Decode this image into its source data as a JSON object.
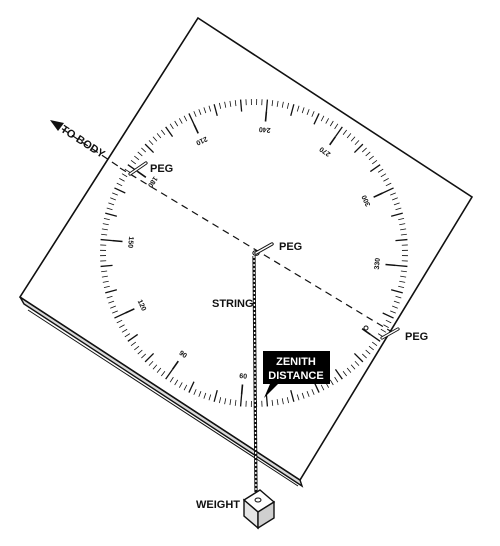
{
  "labels": {
    "to_body": "TO BODY",
    "peg_top": "PEG",
    "peg_center": "PEG",
    "peg_right": "PEG",
    "string": "STRING",
    "zenith_line1": "ZENITH",
    "zenith_line2": "DISTANCE",
    "weight": "WEIGHT"
  },
  "dial": {
    "angle_labels": [
      "60",
      "90",
      "120",
      "150",
      "180",
      "210",
      "240",
      "270",
      "300",
      "330"
    ]
  },
  "colors": {
    "ink": "#111111",
    "paper": "#ffffff",
    "callout_bg": "#000000"
  }
}
